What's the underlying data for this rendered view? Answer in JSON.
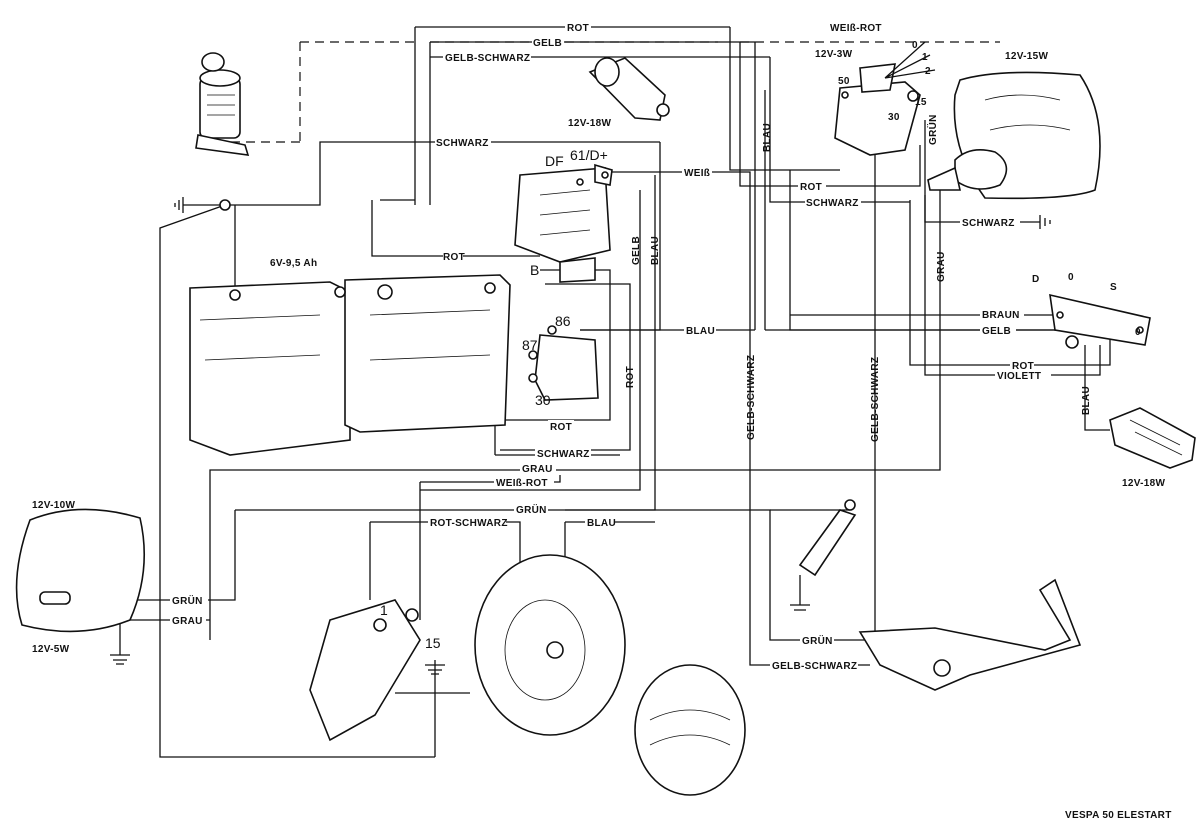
{
  "title": "VESPA 50 ELESTART",
  "components": {
    "battery": "6V-9,5 Ah",
    "headlight": "12V-15W",
    "horn": "12V-18W",
    "turn_signal": "12V-18W",
    "pilot_lamp": "12V-3W",
    "tail_lamp_top": "12V-10W",
    "tail_lamp_bottom": "12V-5W"
  },
  "regulator_terminals": {
    "df": "DF",
    "d_plus": "61/D+",
    "b": "B"
  },
  "relay_terminals": {
    "t86": "86",
    "t87": "87",
    "t30": "30"
  },
  "starter_terminals": {
    "t1": "1",
    "t15": "15"
  },
  "ignition_switch_positions": {
    "p0": "0",
    "p1": "1",
    "p2": "2",
    "t50": "50",
    "t30": "30",
    "t15": "15"
  },
  "light_switch_positions": {
    "d": "D",
    "o": "0",
    "s": "S",
    "o2": "0"
  },
  "wires": {
    "rot": "ROT",
    "gelb": "GELB",
    "gelb_schwarz": "GELB-SCHWARZ",
    "schwarz": "SCHWARZ",
    "weiss": "WEIß",
    "weiss_rot": "WEIß-ROT",
    "blau": "BLAU",
    "grun": "GRÜN",
    "grau": "GRAU",
    "braun": "BRAUN",
    "violett": "VIOLETT",
    "rot_schwarz": "ROT-SCHWARZ"
  }
}
